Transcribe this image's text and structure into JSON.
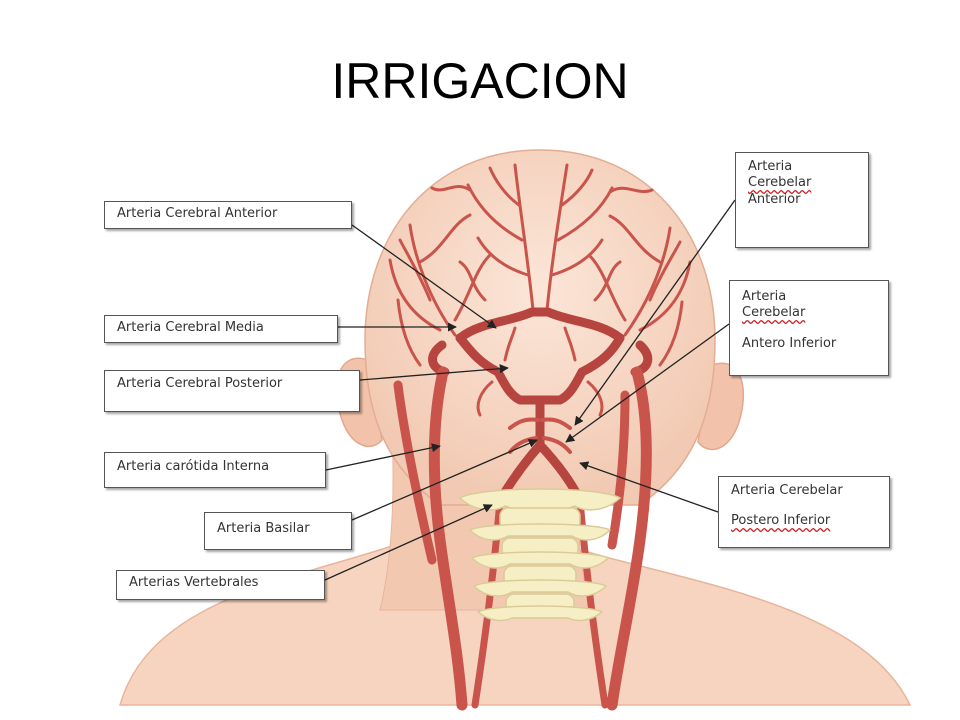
{
  "title": "IRRIGACION",
  "colors": {
    "skin": "#f7d7c4",
    "skin_edge": "#e9b8a0",
    "artery": "#c9544c",
    "artery_dark": "#a83e3a",
    "bone": "#f6efc6",
    "bone_edge": "#d9cc96"
  },
  "labels": {
    "cerebral_anterior": "Arteria Cerebral Anterior",
    "cerebral_media": "Arteria Cerebral  Media",
    "cerebral_posterior": "Arteria Cerebral Posterior",
    "carotida_interna": "Arteria carótida Interna",
    "basilar": "Arteria Basilar",
    "vertebrales": "Arterias Vertebrales",
    "cerebelar_anterior": [
      "Arteria",
      "Cerebelar",
      "Anterior"
    ],
    "cerebelar_antero_inferior": [
      "Arteria",
      "Cerebelar",
      "Antero Inferior"
    ],
    "cerebelar_postero_inferior": [
      "Arteria Cerebelar",
      "Postero Inferior"
    ]
  }
}
